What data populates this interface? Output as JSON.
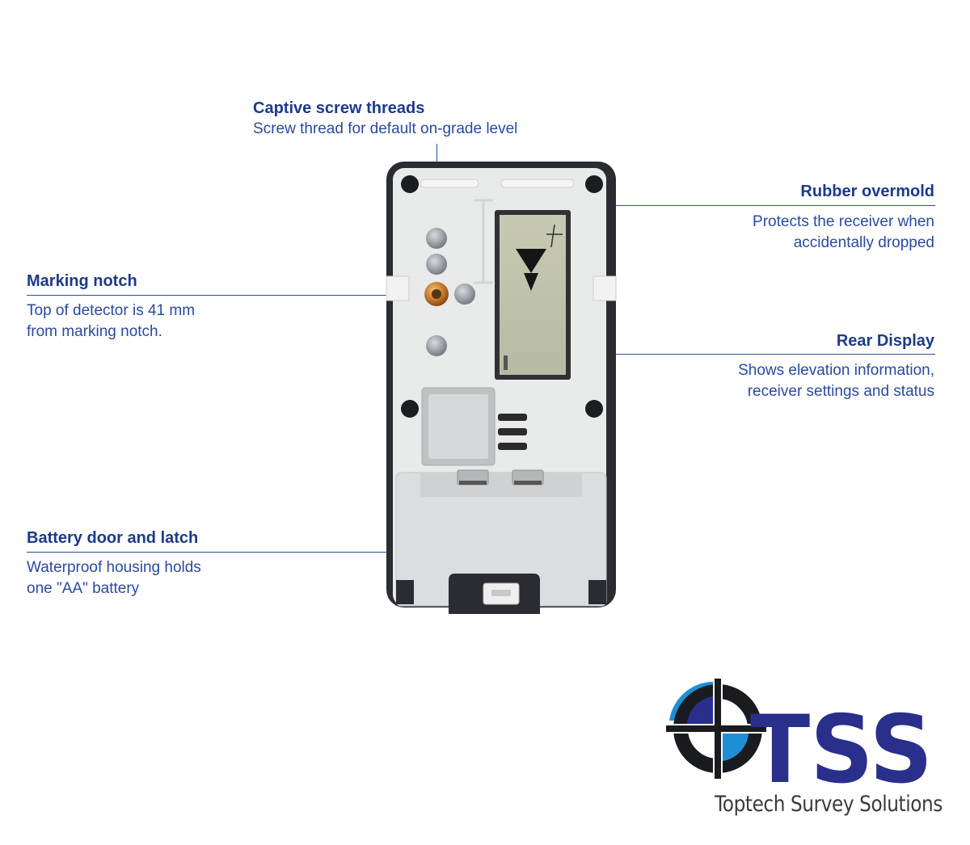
{
  "callouts": {
    "screw": {
      "title": "Captive screw threads",
      "desc": "Screw thread for default on-grade level"
    },
    "overmold": {
      "title": "Rubber overmold",
      "desc_line1": "Protects the receiver when",
      "desc_line2": "accidentally dropped"
    },
    "notch": {
      "title": "Marking notch",
      "desc_line1": "Top of detector is 41 mm",
      "desc_line2": "from marking notch."
    },
    "display": {
      "title": "Rear Display",
      "desc_line1": "Shows elevation information,",
      "desc_line2": "receiver settings and status"
    },
    "battery": {
      "title": "Battery door and latch",
      "desc_line1": "Waterproof housing holds",
      "desc_line2": "one \"AA\" battery"
    }
  },
  "logo": {
    "letters": "TSS",
    "subtitle": "Toptech Survey Solutions"
  },
  "colors": {
    "callout_text": "#1d3a8a",
    "logo_blue": "#2a2f8c",
    "logo_cyan": "#1e8fd6",
    "device_body": "#2a2c31",
    "device_face": "#e9eaea"
  }
}
